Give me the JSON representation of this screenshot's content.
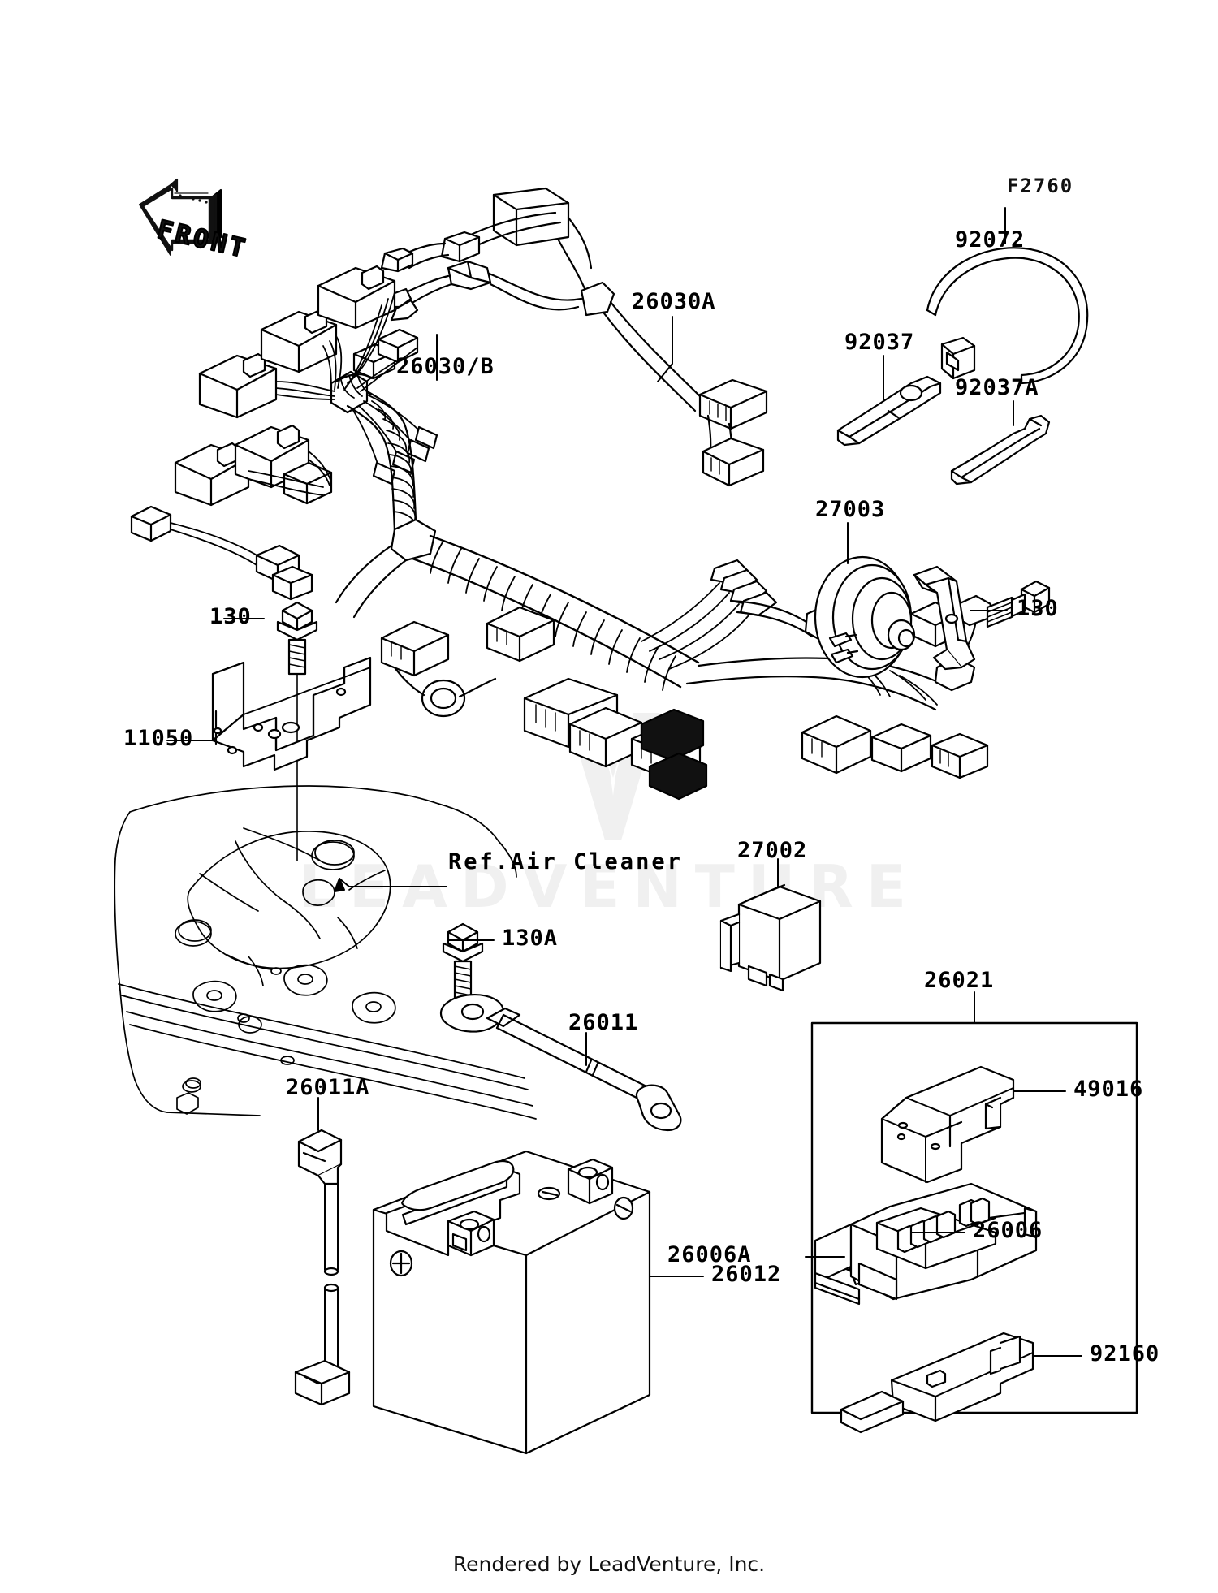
{
  "diagram": {
    "ref_code": "F2760",
    "title_footer": "Rendered by LeadVenture, Inc.",
    "orientation_marker": "FRONT",
    "reference_note": "Ref.Air Cleaner",
    "watermark": "LEADVENTURE",
    "watermark_color": "#f0f0f0",
    "line_color": "#000000",
    "background_color": "#ffffff"
  },
  "callouts": {
    "harness_sub": "26030A",
    "harness_main": "26030/B",
    "cable_tie": "92072",
    "clamp": "92037",
    "clamp_a": "92037A",
    "horn": "27003",
    "bolt_horn": "130",
    "bolt_bracket": "130",
    "bracket": "11050",
    "air_cleaner_ref": "Ref.Air Cleaner",
    "bolt_130a": "130A",
    "relay": "27002",
    "battery_cable_pos": "26011",
    "battery_cable_neg": "26011A",
    "battery": "26012",
    "fusebox_assy": "26021",
    "fusebox_cover": "49016",
    "fuse": "26006",
    "fuse_a": "26006A",
    "damper": "92160"
  },
  "parts": [
    {
      "number": "26030A",
      "name": "sub-harness"
    },
    {
      "number": "26030/B",
      "name": "main-wiring-harness"
    },
    {
      "number": "92072",
      "name": "cable-band"
    },
    {
      "number": "92037",
      "name": "clamp"
    },
    {
      "number": "92037A",
      "name": "clamp"
    },
    {
      "number": "27003",
      "name": "horn"
    },
    {
      "number": "130",
      "name": "flanged-bolt"
    },
    {
      "number": "11050",
      "name": "bracket"
    },
    {
      "number": "130A",
      "name": "flanged-bolt"
    },
    {
      "number": "27002",
      "name": "relay"
    },
    {
      "number": "26011",
      "name": "battery-cable-positive"
    },
    {
      "number": "26011A",
      "name": "battery-cable-negative"
    },
    {
      "number": "26012",
      "name": "battery"
    },
    {
      "number": "26021",
      "name": "junction-box-assembly"
    },
    {
      "number": "49016",
      "name": "junction-box-cover"
    },
    {
      "number": "26006",
      "name": "fuse"
    },
    {
      "number": "26006A",
      "name": "fuse"
    },
    {
      "number": "92160",
      "name": "damper"
    }
  ]
}
